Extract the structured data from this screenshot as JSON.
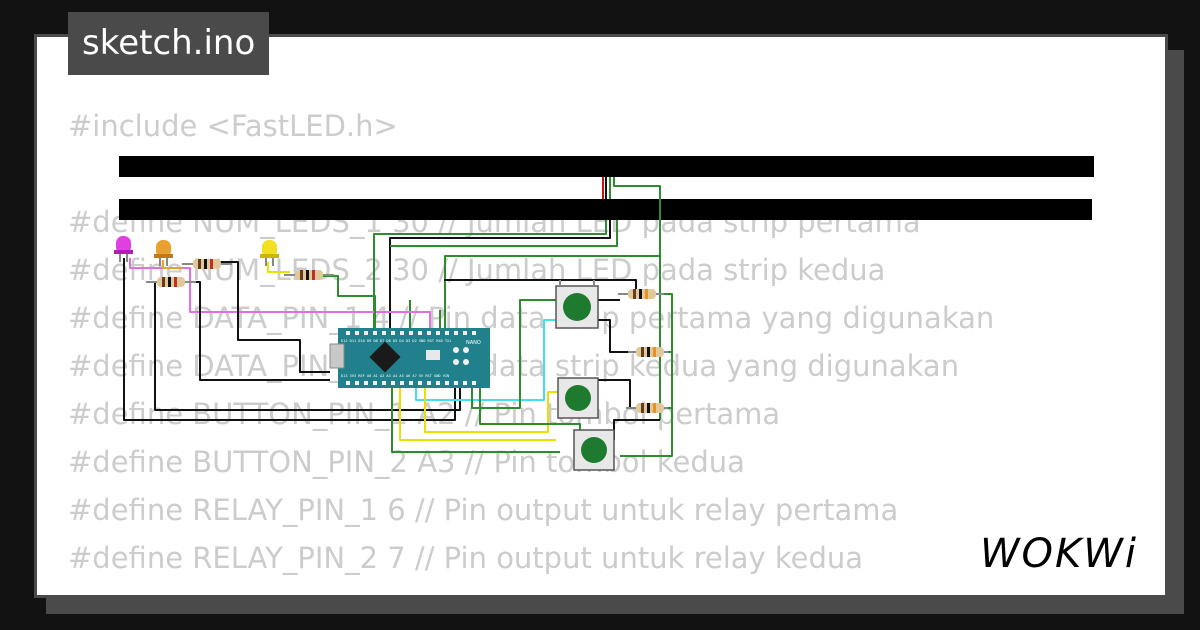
{
  "file": {
    "name": "sketch.ino"
  },
  "code_lines": [
    "#include <FastLED.h>",
    "",
    "#define NUM_LEDS_1 30 // Jumlah LED pada strip pertama",
    "#define NUM_LEDS_2 30 // Jumlah LED pada strip kedua",
    "#define DATA_PIN_1 4 // Pin data strip pertama yang digunakan",
    "#define DATA_PIN_2 5 // Pin data strip kedua yang digunakan",
    "#define BUTTON_PIN_1 A2 // Pin tombol pertama",
    "#define BUTTON_PIN_2 A3 // Pin tombol kedua",
    "#define RELAY_PIN_1 6 // Pin output untuk relay pertama",
    "#define RELAY_PIN_2 7 // Pin output untuk relay kedua"
  ],
  "board": {
    "label": "NANO",
    "top_pins": "D12 D11 D10 D9 D8 D7 D6 D5 D4 D3 D2 GND RST RX0 TX1",
    "bottom_pins": "D13 3V3 REF A0 A1 A2 A3 A4 A5 A6 A7 5V RST GND VIN"
  },
  "brand": {
    "logo_text": "WOKWi"
  },
  "colors": {
    "background": "#121212",
    "card": "#ffffff",
    "frame": "#4a4a4a",
    "code_text": "#cccccc",
    "board_teal": "#20808c",
    "button_green": "#1e7a2e",
    "wire_green": "#2e8b2e",
    "wire_black": "#111111",
    "wire_yellow": "#e8e000",
    "wire_cyan": "#40e0f0",
    "wire_pink": "#e070e0",
    "wire_red": "#d01010",
    "led_magenta": "#e040e0",
    "led_orange": "#e8a030",
    "led_yellow": "#f0e020"
  }
}
